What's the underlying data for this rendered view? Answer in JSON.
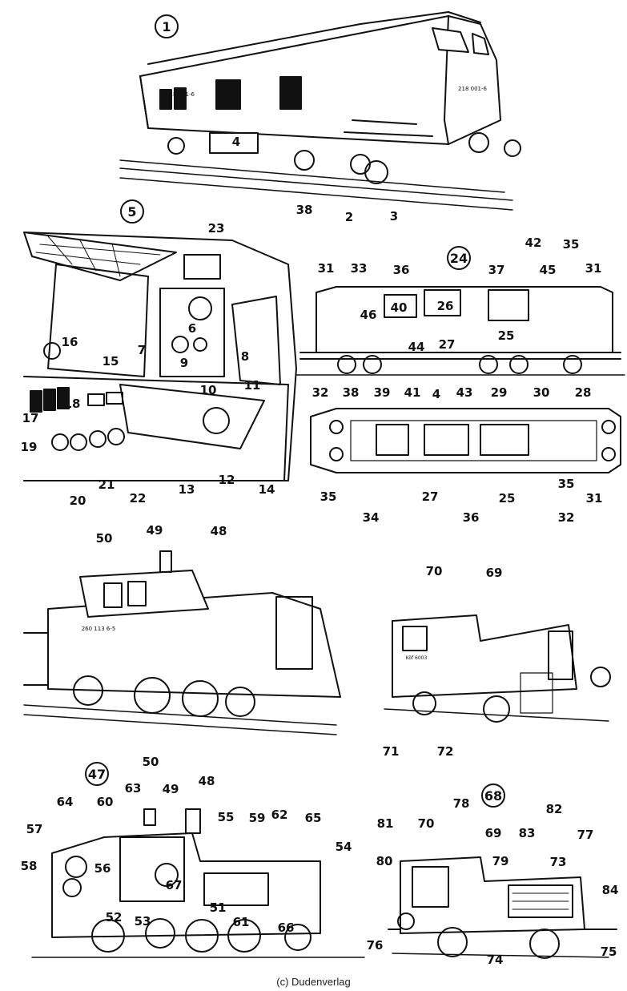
{
  "sections": [
    {
      "id": "1",
      "label": "1"
    },
    {
      "id": "5",
      "label": "5"
    },
    {
      "id": "24",
      "label": "24"
    },
    {
      "id": "47",
      "label": "47"
    },
    {
      "id": "68",
      "label": "68"
    }
  ],
  "locomotive_markings": {
    "road_number_front": "218 001-6",
    "road_number_side": "218 001-6",
    "shunter_number": "260 113 6-5",
    "small_shunter_number": "Köf 6003"
  },
  "callouts": {
    "loco1": [
      "4",
      "38",
      "2",
      "3"
    ],
    "cab5": [
      "23",
      "6",
      "7",
      "8",
      "16",
      "15",
      "9",
      "10",
      "11",
      "18",
      "17",
      "19",
      "20",
      "21",
      "22",
      "13",
      "12",
      "14"
    ],
    "plan24": [
      "31",
      "33",
      "36",
      "37",
      "42",
      "35",
      "45",
      "31",
      "40",
      "26",
      "46",
      "25",
      "27",
      "44",
      "32",
      "38",
      "39",
      "41",
      "4",
      "43",
      "29",
      "30",
      "28",
      "35",
      "34",
      "27",
      "36",
      "25",
      "35",
      "32",
      "31"
    ],
    "shunter": [
      "50",
      "49",
      "48"
    ],
    "small": [
      "70",
      "69",
      "71",
      "72"
    ],
    "cut47": [
      "50",
      "49",
      "48",
      "63",
      "64",
      "60",
      "55",
      "62",
      "65",
      "59",
      "57",
      "56",
      "54",
      "58",
      "67",
      "51",
      "52",
      "53",
      "61",
      "66"
    ],
    "cut68": [
      "78",
      "82",
      "81",
      "70",
      "69",
      "83",
      "77",
      "80",
      "79",
      "73",
      "84",
      "76",
      "74",
      "75"
    ]
  },
  "credit": "(c) Dudenverlag"
}
